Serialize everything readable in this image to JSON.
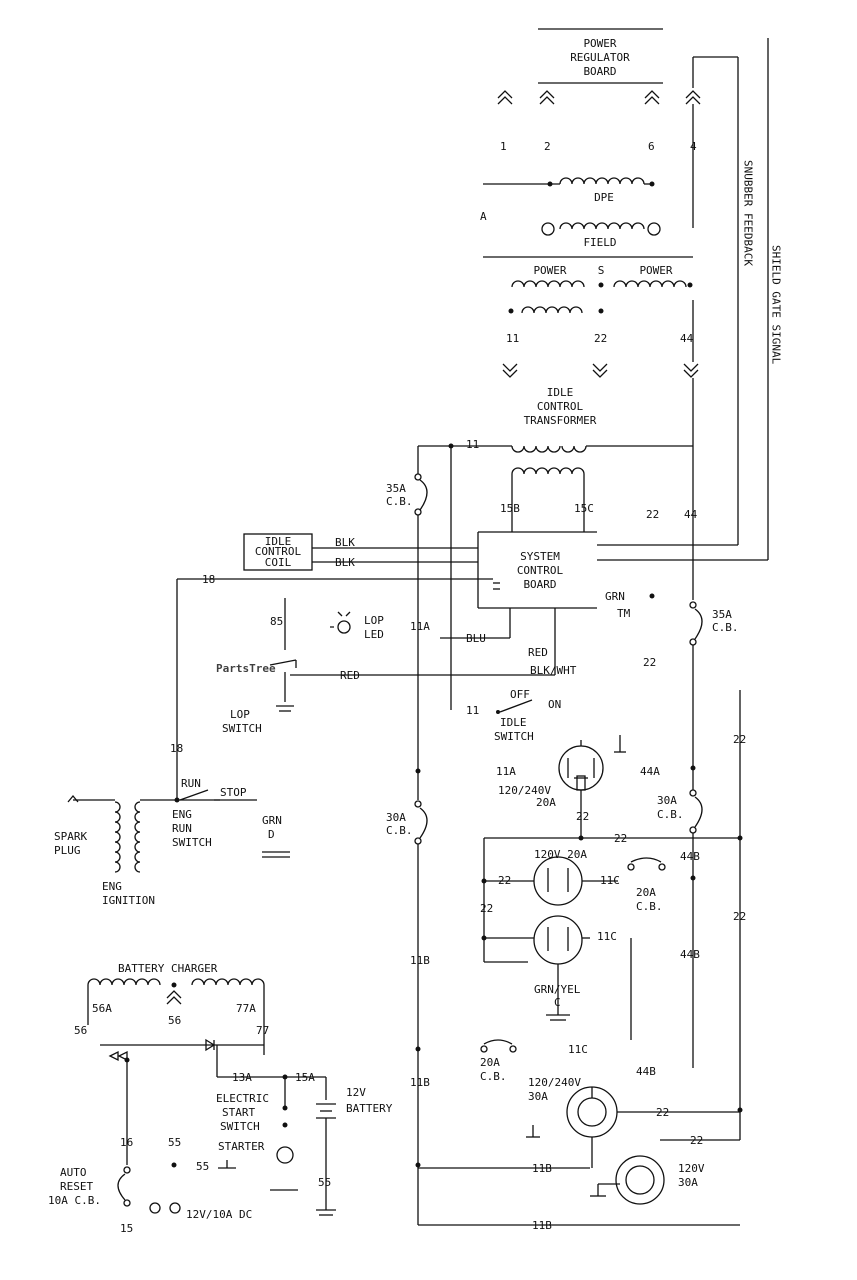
{
  "watermark": {
    "brand": "PartsTree",
    "trademark": "TM"
  },
  "labels": {
    "power_regulator_board": [
      "POWER",
      "REGULATOR",
      "BOARD"
    ],
    "pins": [
      "1",
      "2",
      "6",
      "4"
    ],
    "dpe": "DPE",
    "field": "FIELD",
    "a": "A",
    "power_left": "POWER",
    "power_right": "POWER",
    "s": "S",
    "n11": "11",
    "n22": "22",
    "n44": "44",
    "snubber_feedback": "SNUBBER FEEDBACK",
    "shield_gate_signal": "SHIELD GATE SIGNAL",
    "idle_control_transformer": [
      "IDLE",
      "CONTROL",
      "TRANSFORMER"
    ],
    "w11": "11",
    "cb35a_left": [
      "35A",
      "C.B."
    ],
    "n15b": "15B",
    "n15c": "15C",
    "n22b": "22",
    "n44b": "44",
    "idle_control_coil": [
      "IDLE",
      "CONTROL",
      "COIL"
    ],
    "blk1": "BLK",
    "blk2": "BLK",
    "system_control_board": [
      "SYSTEM",
      "CONTROL",
      "BOARD"
    ],
    "n18a": "18",
    "n85": "85",
    "lop_led": [
      "LOP",
      "LED"
    ],
    "n11a": "11A",
    "blu": "BLU",
    "grn": "GRN",
    "cb35a_right": [
      "35A",
      "C.B."
    ],
    "red1": "RED",
    "red2": "RED",
    "blk_wht": "BLK/WHT",
    "n22c": "22",
    "lop_switch": [
      "LOP",
      "SWITCH"
    ],
    "off": "OFF",
    "on": "ON",
    "n11c": "11",
    "idle_switch": [
      "IDLE",
      "SWITCH"
    ],
    "n18b": "18",
    "run": "RUN",
    "stop": "STOP",
    "n11a2": "11A",
    "n44a": "44A",
    "rec_120_240_20a": [
      "120/240V",
      "20A"
    ],
    "n22d": "22",
    "n22e": "22",
    "spark_plug": [
      "SPARK",
      "PLUG"
    ],
    "eng_run_switch": [
      "ENG",
      "RUN",
      "SWITCH"
    ],
    "grn_d": [
      "GRN",
      "D"
    ],
    "eng_ignition": [
      "ENG",
      "IGNITION"
    ],
    "cb30a_left": [
      "30A",
      "C.B."
    ],
    "cb30a_right": [
      "30A",
      "C.B."
    ],
    "n22f": "22",
    "n44b2": "44B",
    "rec_120v_20a": "120V 20A",
    "n22g": "22",
    "n11c2": "11C",
    "cb20a": [
      "20A",
      "C.B."
    ],
    "n22h": "22",
    "n11c3": "11C",
    "n22i": "22",
    "n11b": "11B",
    "n44b3": "44B",
    "battery_charger": "BATTERY CHARGER",
    "grn_yel": [
      "GRN/YEL",
      "C"
    ],
    "n56a": "56A",
    "n56": "56",
    "n77a": "77A",
    "n56b": "56",
    "n77": "77",
    "cb20a_b": [
      "20A",
      "C.B."
    ],
    "n11c4": "11C",
    "n44b4": "44B",
    "n13a": "13A",
    "n15a": "15A",
    "battery_12v": [
      "12V",
      "BATTERY"
    ],
    "n11b2": "11B",
    "rec_120_240_30a": [
      "120/240V",
      "30A"
    ],
    "n22j": "22",
    "electric_start_switch": [
      "ELECTRIC",
      "START",
      "SWITCH"
    ],
    "n16": "16",
    "n55": "55",
    "n55b": "55",
    "starter": "STARTER",
    "n22k": "22",
    "auto_reset_cb": [
      "AUTO",
      "RESET",
      "10A C.B."
    ],
    "dc_out": "12V/10A DC",
    "n15": "15",
    "n55c": "55",
    "n11b3": "11B",
    "n11b4": "11B",
    "rec_120v_30a": [
      "120V",
      "30A"
    ]
  }
}
